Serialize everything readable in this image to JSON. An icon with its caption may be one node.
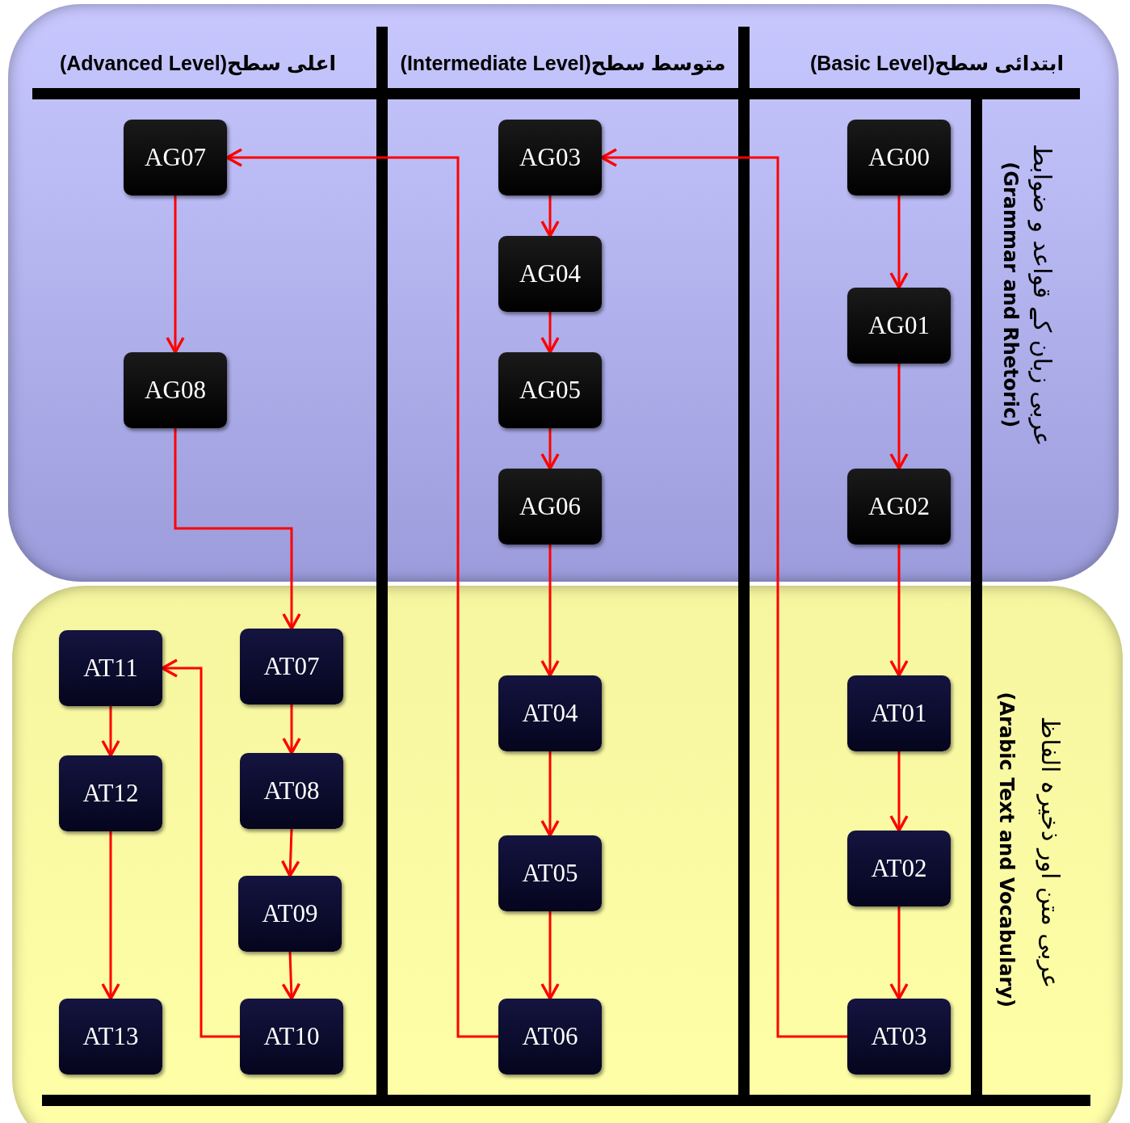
{
  "diagram": {
    "nodes": [
      {
        "text": [
          "عربی زبان کے قواعد و ضوابط",
          "(Grammar and Rhetoric)"
        ]
      },
      {
        "text": [
          "AG00"
        ],
        "in": 0
      },
      {
        "text": [
          "AG01"
        ],
        "in": 0
      },
      {
        "text": [
          "AG02"
        ],
        "in": 0
      },
      {
        "text": [
          "AG03"
        ],
        "in": 0
      },
      {
        "text": [
          "AG04"
        ],
        "in": 0
      },
      {
        "text": [
          "AG05"
        ],
        "in": 0
      },
      {
        "text": [
          "AG06"
        ],
        "in": 0
      },
      {
        "text": [
          "AG07"
        ],
        "in": 0
      },
      {
        "text": [
          "AG08"
        ],
        "in": 0
      },
      {
        "text": [
          "عربی متن اور ذخیرہ الفاظ",
          "(Arabic Text and Vocabulary)"
        ]
      },
      {
        "text": [
          "AT01"
        ],
        "in": 10
      },
      {
        "text": [
          "AT02"
        ],
        "in": 10
      },
      {
        "text": [
          "AT03"
        ],
        "in": 10
      },
      {
        "text": [
          "AT04"
        ],
        "in": 10
      },
      {
        "text": [
          "AT05"
        ],
        "in": 10
      },
      {
        "text": [
          "AT06"
        ],
        "in": 10
      },
      {
        "text": [
          "AT07"
        ],
        "in": 10
      },
      {
        "text": [
          "AT08"
        ],
        "in": 10
      },
      {
        "text": [
          "AT09"
        ],
        "in": 10
      },
      {
        "text": [
          "AT10"
        ],
        "in": 10
      },
      {
        "text": [
          "AT11"
        ],
        "in": 10
      },
      {
        "text": [
          "AT12"
        ],
        "in": 10
      },
      {
        "text": [
          "AT13"
        ],
        "in": 10
      }
    ],
    "edges": [
      {
        "from": 1,
        "to": 2,
        "arrow": "to"
      },
      {
        "from": 2,
        "to": 3,
        "arrow": "to"
      },
      {
        "from": 3,
        "to": 11,
        "arrow": "to"
      },
      {
        "from": 11,
        "to": 12,
        "arrow": "to"
      },
      {
        "from": 12,
        "to": 13,
        "arrow": "to"
      },
      {
        "from": 13,
        "to": 4,
        "arrow": "to"
      },
      {
        "from": 4,
        "to": 5,
        "arrow": "to"
      },
      {
        "from": 5,
        "to": 6,
        "arrow": "to"
      },
      {
        "from": 6,
        "to": 7,
        "arrow": "to"
      },
      {
        "from": 7,
        "to": 14,
        "arrow": "to"
      },
      {
        "from": 14,
        "to": 15,
        "arrow": "to"
      },
      {
        "from": 15,
        "to": 16,
        "arrow": "to"
      },
      {
        "from": 16,
        "to": 8,
        "arrow": "to"
      },
      {
        "from": 8,
        "to": 9,
        "arrow": "to"
      },
      {
        "from": 9,
        "to": 17,
        "arrow": "to"
      },
      {
        "from": 17,
        "to": 18,
        "arrow": "to"
      },
      {
        "from": 18,
        "to": 19,
        "arrow": "to"
      },
      {
        "from": 19,
        "to": 20,
        "arrow": "to"
      },
      {
        "from": 20,
        "to": 21,
        "arrow": "to"
      },
      {
        "from": 21,
        "to": 22,
        "arrow": "to"
      },
      {
        "from": 22,
        "to": 23,
        "arrow": "to"
      }
    ],
    "labels": [
      "(Advanced Level)اعلی سطح",
      "(Intermediate Level)متوسط سطح",
      "(Basic Level)ابتدائی سطح"
    ]
  }
}
